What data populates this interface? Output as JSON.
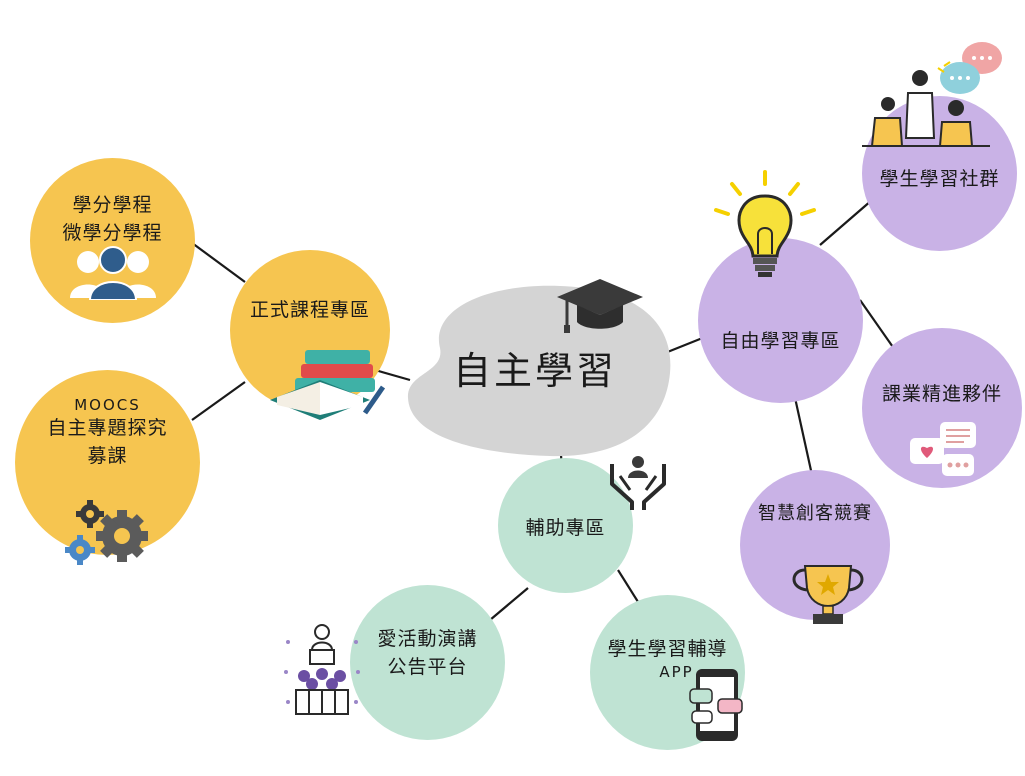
{
  "center": {
    "label": "自主學習"
  },
  "branches": {
    "formal": {
      "label": "正式課程專區"
    },
    "free": {
      "label": "自由學習專區"
    },
    "support": {
      "label": "輔助專區"
    }
  },
  "leaves": {
    "credit_programs": {
      "line1": "學分學程",
      "line2": "微學分學程"
    },
    "moocs": {
      "line1": "MOOCS",
      "line2": "自主專題探究",
      "line3": "募課"
    },
    "community": {
      "label": "學生學習社群"
    },
    "peer": {
      "label": "課業精進夥伴"
    },
    "maker": {
      "label": "智慧創客競賽"
    },
    "events": {
      "line1": "愛活動演講",
      "line2": "公告平台"
    },
    "tutoring": {
      "line1": "學生學習輔導",
      "line2": "APP"
    }
  },
  "colors": {
    "formal": "#f6c550",
    "free": "#c9b2e6",
    "support": "#bfe3d3",
    "center": "#d4d4d4"
  }
}
